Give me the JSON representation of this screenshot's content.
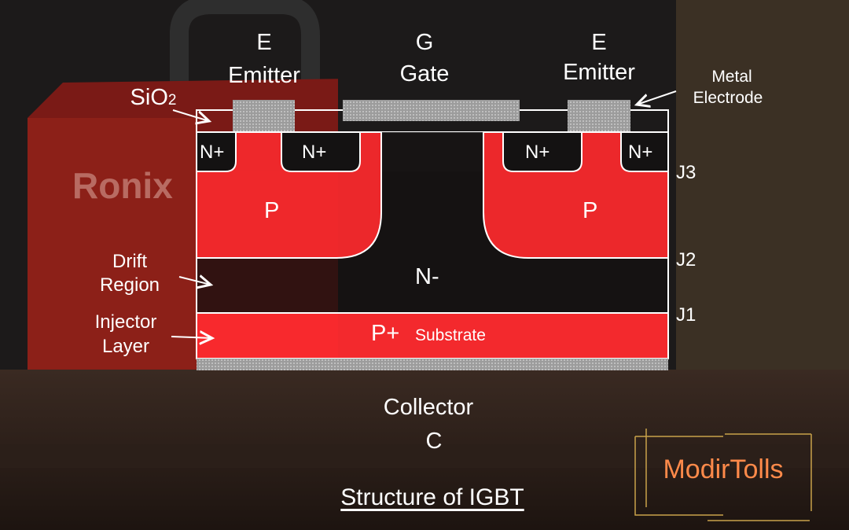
{
  "terminals": {
    "emitter_left": {
      "letter": "E",
      "name": "Emitter"
    },
    "gate": {
      "letter": "G",
      "name": "Gate"
    },
    "emitter_right": {
      "letter": "E",
      "name": "Emitter"
    },
    "collector": {
      "name": "Collector",
      "letter": "C"
    }
  },
  "labels": {
    "sio2_main": "SiO",
    "sio2_sub": "2",
    "metal_electrode_line1": "Metal",
    "metal_electrode_line2": "Electrode",
    "drift_line1": "Drift",
    "drift_line2": "Region",
    "injector_line1": "Injector",
    "injector_line2": "Layer"
  },
  "regions": {
    "n_plus": "N+",
    "p": "P",
    "n_minus": "N-",
    "p_plus": "P+",
    "substrate": "Substrate"
  },
  "junctions": [
    "J3",
    "J2",
    "J1"
  ],
  "background": {
    "brand_logo": "Ronix"
  },
  "watermark": "ModirTolls",
  "caption": "Structure of IGBT",
  "colors": {
    "p_region": "#ff2a2e",
    "accent_watermark": "#ff8a4a",
    "electrode": "#a8a8a8"
  }
}
